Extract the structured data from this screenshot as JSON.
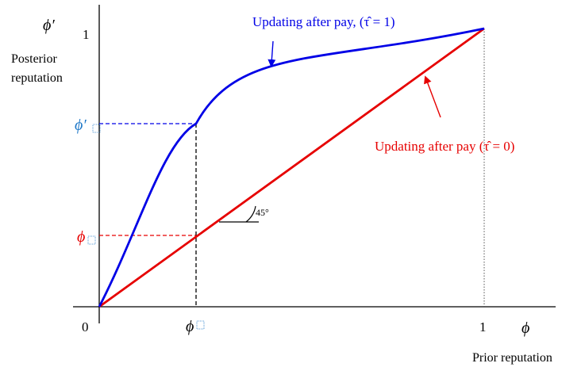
{
  "figure": {
    "y_axis_symbol": "ϕ′",
    "y_axis_title_line1": "Posterior",
    "y_axis_title_line2": "reputation",
    "x_axis_symbol": "ϕ",
    "x_axis_title": "Prior reputation",
    "origin_label": "0",
    "x_tick_one": "1",
    "y_tick_one": "1",
    "x_marker_label": "ϕ",
    "y_marker_upper_label": "ϕ′",
    "y_marker_lower_label": "ϕ",
    "angle_label": "45°",
    "blue_curve_label": "Updating after pay, (τ̂ = 1)",
    "red_line_label": "Updating after pay (τ̂ = 0)"
  },
  "colors": {
    "blue": "#0000e6",
    "red": "#e60000",
    "marker_blue": "#1f78c8",
    "black": "#000000"
  }
}
